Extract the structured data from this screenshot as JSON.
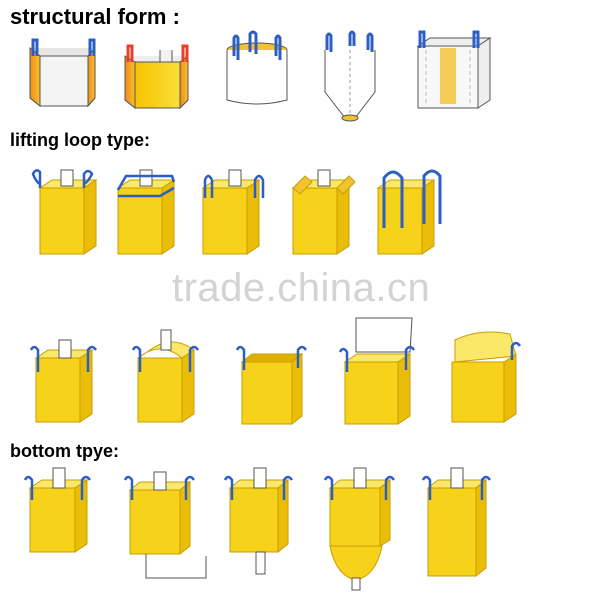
{
  "headings": {
    "structural_form": "structural form :",
    "lifting_loop_type": "lifting loop type:",
    "bottom_type": "bottom tpye:"
  },
  "watermark": "trade.china.cn",
  "colors": {
    "bag_yellow": "#f7d21a",
    "bag_top": "#fae86a",
    "bag_edge": "#c99e00",
    "loop_blue": "#2c5ec4",
    "outline": "#555555"
  }
}
